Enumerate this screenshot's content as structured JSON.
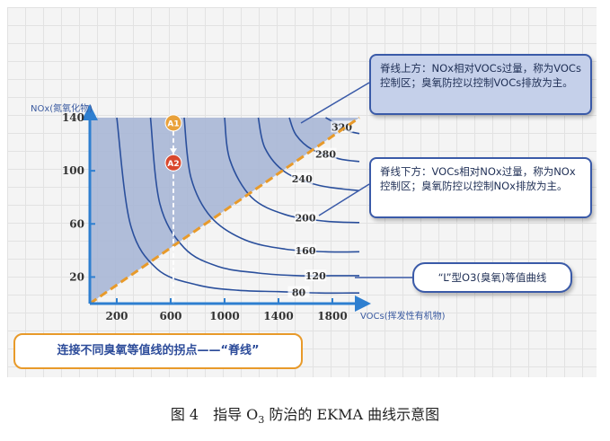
{
  "chart_data": {
    "type": "line",
    "title": "",
    "xlabel": "VOCs(挥发性有机物)",
    "ylabel": "NOx(氮氧化物)",
    "xlim": [
      0,
      2000
    ],
    "ylim": [
      0,
      140
    ],
    "xticks": [
      200,
      600,
      1000,
      1400,
      1800
    ],
    "yticks": [
      20,
      60,
      100,
      140
    ],
    "grid": false,
    "ridge_line": {
      "x": [
        0,
        2000
      ],
      "y": [
        0,
        140
      ]
    },
    "series": [
      {
        "label": "80",
        "x": [
          200,
          300,
          500,
          800,
          1100,
          1400,
          1700,
          2000
        ],
        "y": [
          142,
          60,
          26,
          14,
          10,
          9,
          8,
          8
        ]
      },
      {
        "label": "120",
        "x": [
          450,
          520,
          700,
          950,
          1250,
          1550,
          1800,
          2000
        ],
        "y": [
          142,
          75,
          42,
          28,
          23,
          21,
          21,
          21
        ]
      },
      {
        "label": "160",
        "x": [
          700,
          750,
          900,
          1150,
          1450,
          1750,
          2000
        ],
        "y": [
          142,
          95,
          65,
          48,
          41,
          39,
          39
        ]
      },
      {
        "label": "200",
        "x": [
          1000,
          1040,
          1200,
          1450,
          1750,
          2000
        ],
        "y": [
          142,
          108,
          80,
          67,
          62,
          61
        ]
      },
      {
        "label": "240",
        "x": [
          1250,
          1300,
          1450,
          1700,
          2000
        ],
        "y": [
          142,
          117,
          99,
          89,
          85
        ]
      },
      {
        "label": "280",
        "x": [
          1480,
          1530,
          1650,
          1850,
          2000
        ],
        "y": [
          142,
          127,
          116,
          109,
          107
        ]
      },
      {
        "label": "320",
        "x": [
          1750,
          1820,
          1920,
          2000
        ],
        "y": [
          142,
          136,
          130,
          128
        ]
      }
    ],
    "points": [
      {
        "label": "A1",
        "x": 620,
        "y": 136
      },
      {
        "label": "A2",
        "x": 620,
        "y": 106
      }
    ]
  },
  "annotations": {
    "above_ridge": "脊线上方：NOx相对VOCs过量，称为VOCs控制区；臭氧防控以控制VOCs排放为主。",
    "below_ridge": "脊线下方：VOCs相对NOx过量，称为NOx控制区；臭氧防控以控制NOx排放为主。",
    "curve_type": "“L”型O3(臭氧)等值曲线",
    "ridge_note": "连接不同臭氧等值线的拐点——“脊线”"
  },
  "caption": {
    "prefix": "图 4　指导 O",
    "subscript": "3",
    "suffix": " 防治的 EKMA 曲线示意图"
  },
  "colors": {
    "region_fill": "#a9b7d6",
    "axis": "#2e7fd0",
    "contour": "#2a4f9c",
    "ridge": "#e89a2a",
    "point_fill": "#e9a13a",
    "point2_fill": "#d9482e"
  }
}
